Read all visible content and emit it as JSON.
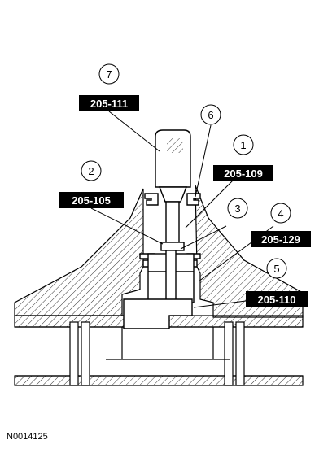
{
  "figure_id": "N0014125",
  "callouts": [
    {
      "number": "1",
      "tool": "205-109"
    },
    {
      "number": "2",
      "tool": "205-105"
    },
    {
      "number": "3",
      "tool": ""
    },
    {
      "number": "4",
      "tool": "205-129"
    },
    {
      "number": "5",
      "tool": "205-110"
    },
    {
      "number": "6",
      "tool": ""
    },
    {
      "number": "7",
      "tool": "205-111"
    }
  ],
  "colors": {
    "line": "#000000",
    "label_bg": "#000000",
    "label_text": "#ffffff",
    "background": "#ffffff"
  }
}
